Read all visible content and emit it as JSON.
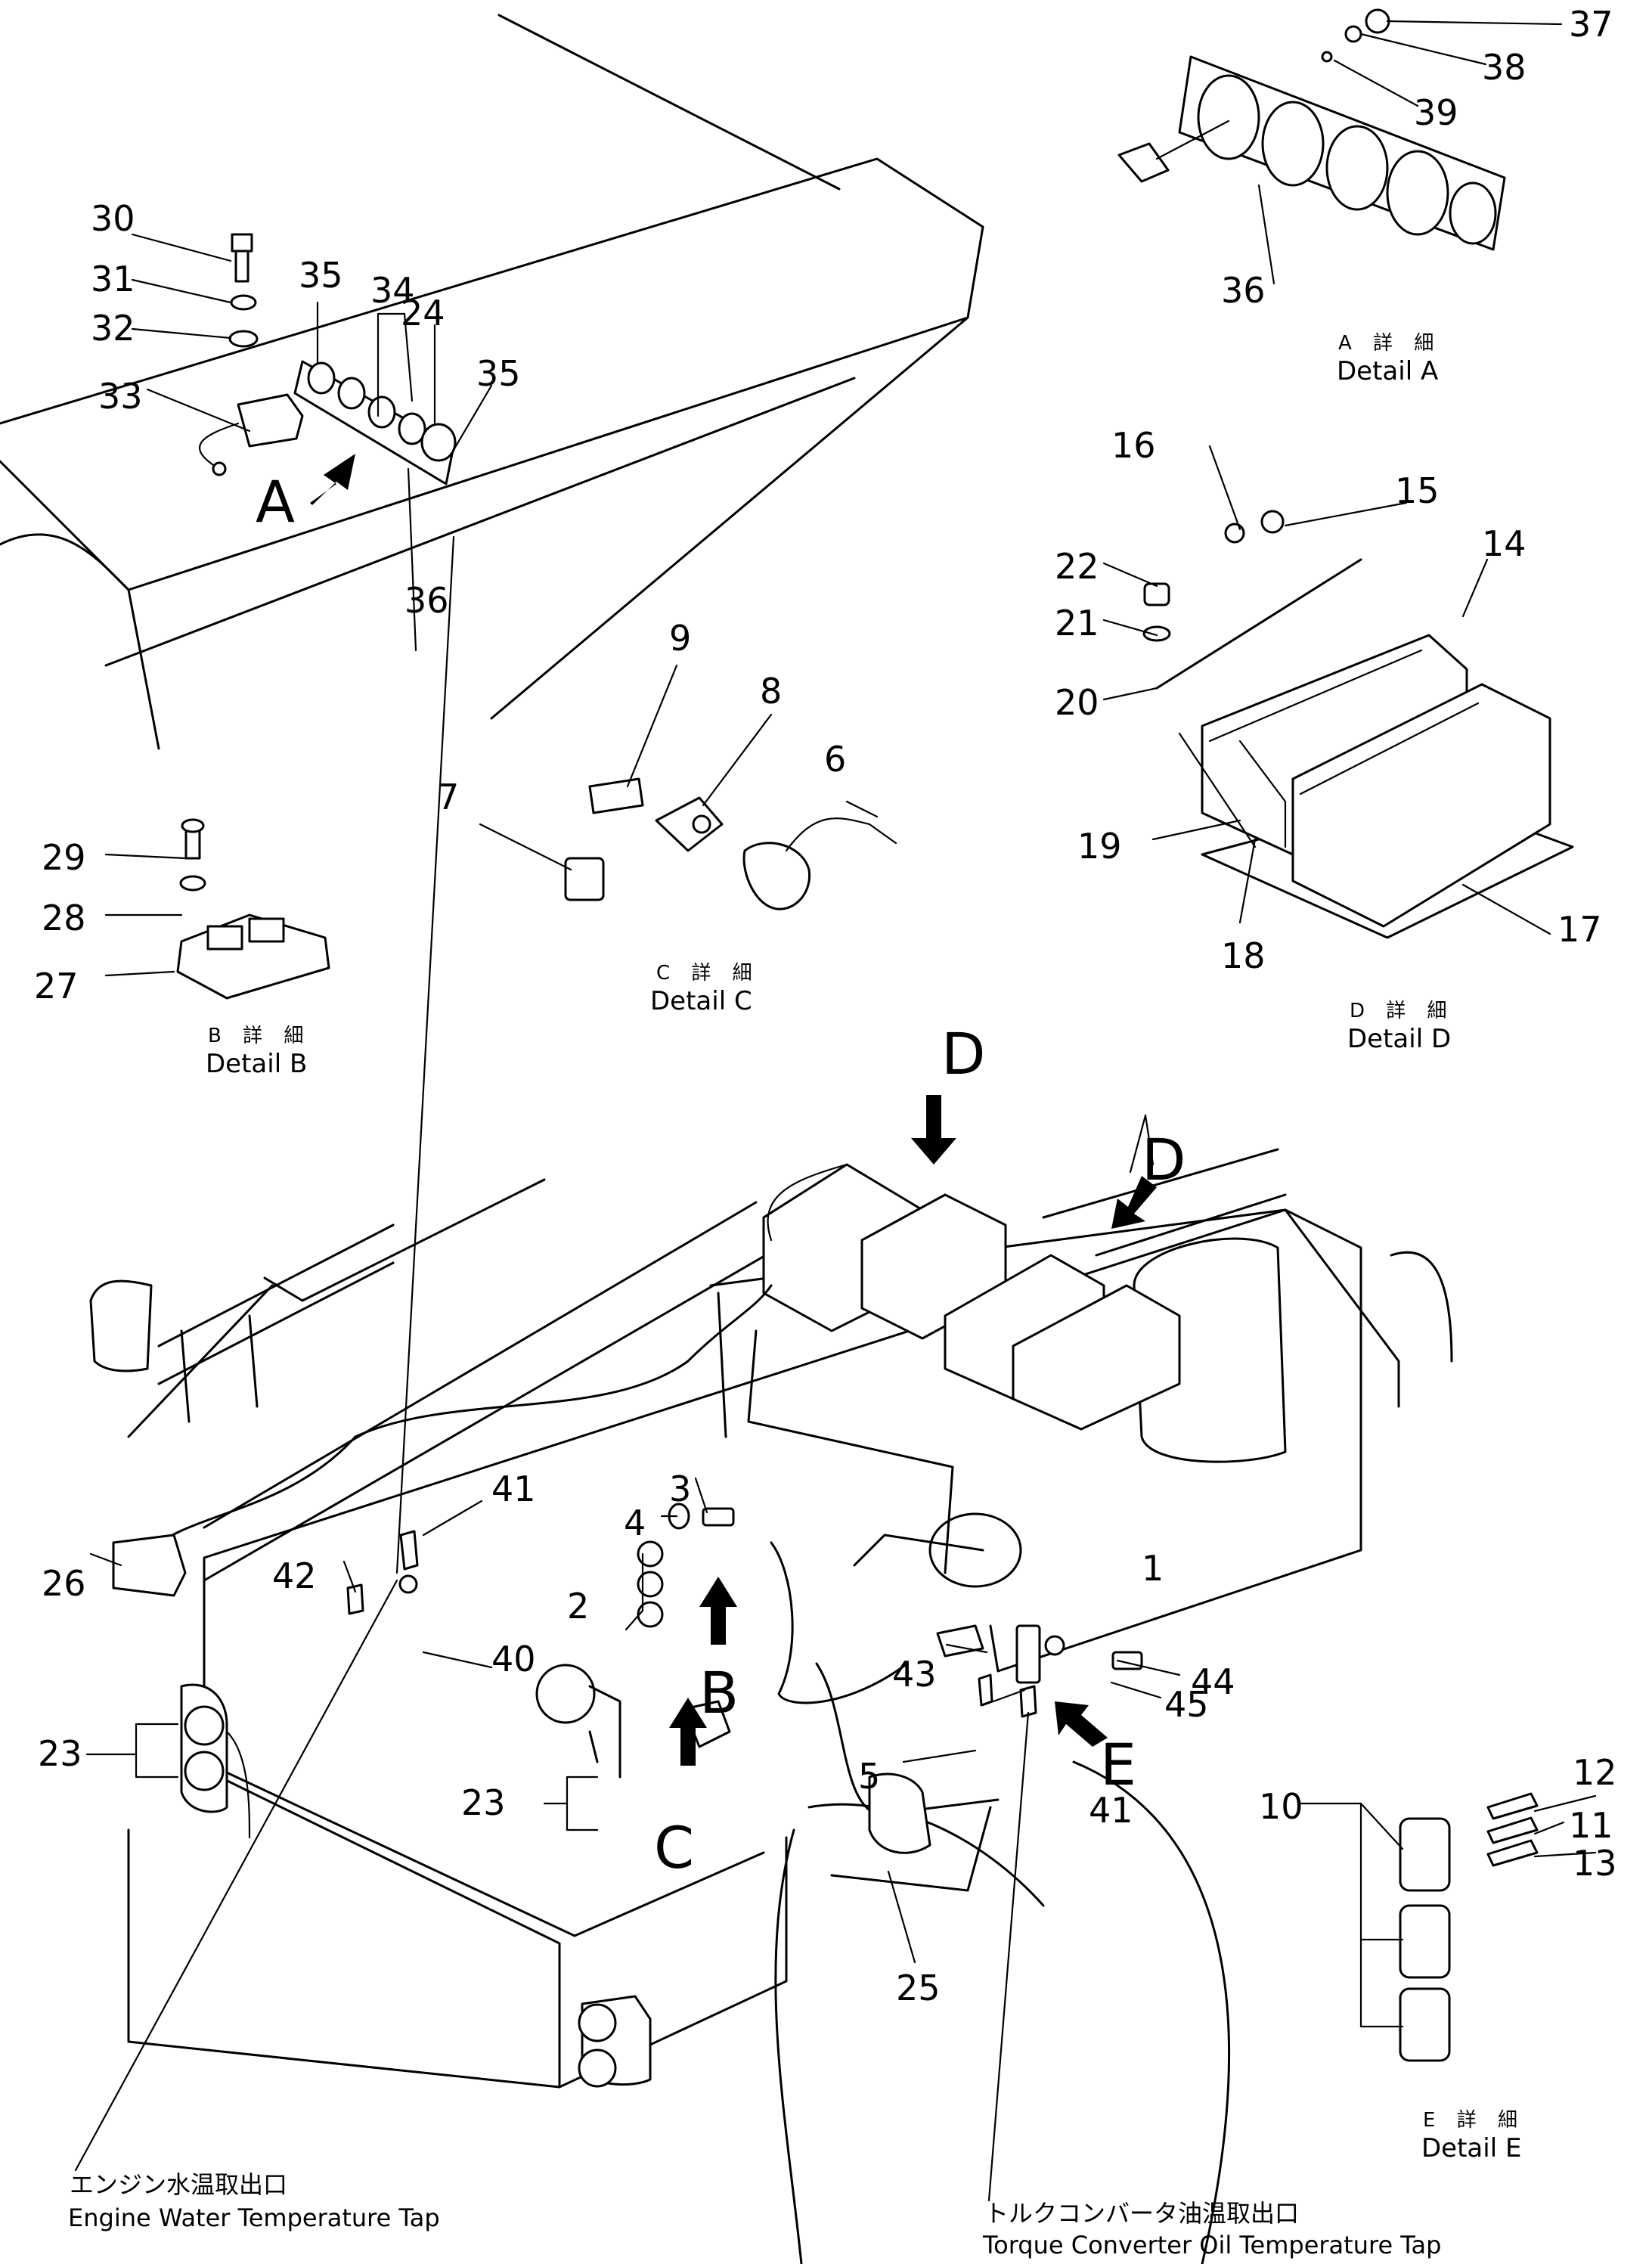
{
  "callouts": [
    "1",
    "2",
    "3",
    "4",
    "5",
    "6",
    "7",
    "8",
    "9",
    "10",
    "11",
    "12",
    "13",
    "14",
    "15",
    "16",
    "17",
    "18",
    "19",
    "20",
    "21",
    "22",
    "23",
    "23",
    "24",
    "25",
    "26",
    "27",
    "28",
    "29",
    "30",
    "31",
    "32",
    "33",
    "34",
    "35",
    "35",
    "36",
    "36",
    "37",
    "38",
    "39",
    "40",
    "41",
    "41",
    "42",
    "43",
    "44",
    "45"
  ],
  "view_letters": [
    "A",
    "B",
    "C",
    "D",
    "D",
    "E"
  ],
  "details": {
    "A": {
      "jp": "A 詳 細",
      "en": "Detail A"
    },
    "B": {
      "jp": "B 詳 細",
      "en": "Detail B"
    },
    "C": {
      "jp": "C 詳 細",
      "en": "Detail C"
    },
    "D": {
      "jp": "D 詳 細",
      "en": "Detail D"
    },
    "E": {
      "jp": "E 詳 細",
      "en": "Detail E"
    }
  },
  "taps": {
    "engine_water": {
      "jp": "エンジン水温取出口",
      "en": "Engine Water Temperature Tap"
    },
    "torque_converter": {
      "jp": "トルクコンバータ油温取出口",
      "en": "Torque Converter Oil Temperature Tap"
    }
  }
}
